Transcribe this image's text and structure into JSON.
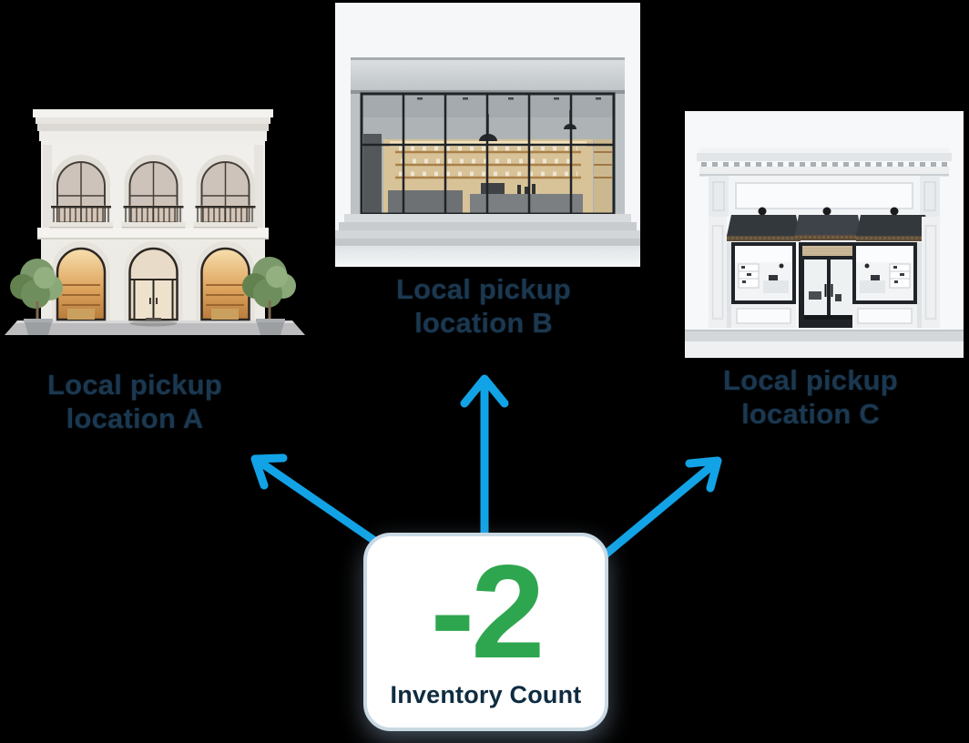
{
  "page": {
    "background": "#000000"
  },
  "colors": {
    "arrow_blue": "#12a3e6",
    "value_green": "#2ea64f",
    "label_navy": "#1b3850",
    "card_text_navy": "#0f2c41",
    "card_border": "#c9d9e4",
    "card_bg": "#ffffff"
  },
  "locations": [
    {
      "name": "Local pickup location A",
      "label_line1": "Local pickup",
      "label_line2": "location A",
      "image": "storefront-classical-two-story"
    },
    {
      "name": "Local pickup location B",
      "label_line1": "Local pickup",
      "label_line2": "location B",
      "image": "storefront-modern-glass"
    },
    {
      "name": "Local pickup location C",
      "label_line1": "Local pickup",
      "label_line2": "location C",
      "image": "storefront-awning-boutique"
    }
  ],
  "inventory_card": {
    "value": "-2",
    "label": "Inventory Count"
  },
  "arrows": {
    "from": "inventory-card",
    "to": [
      "location-a",
      "location-b",
      "location-c"
    ]
  }
}
